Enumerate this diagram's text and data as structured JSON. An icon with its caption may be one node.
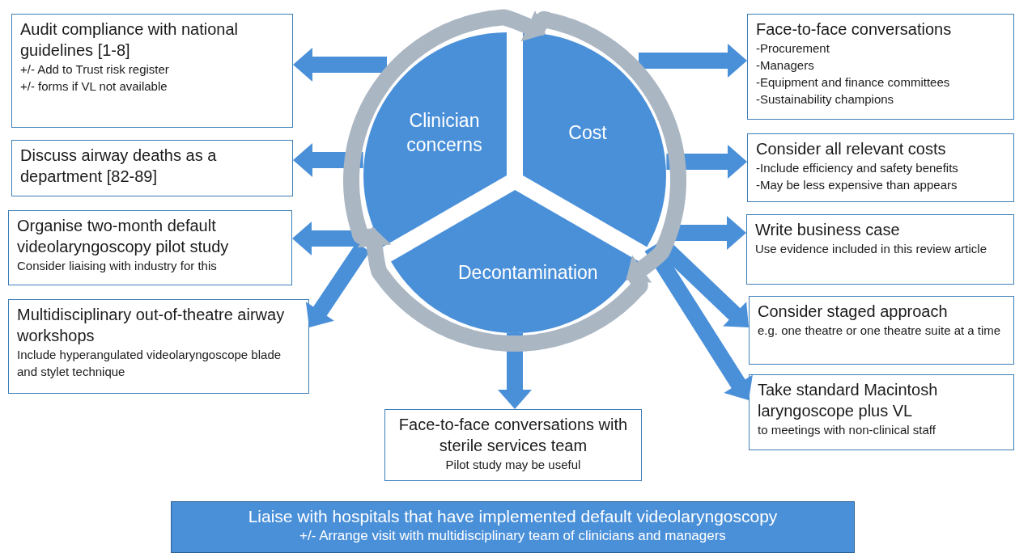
{
  "diagram": {
    "nodes": [
      {
        "text": [
          "Clinician concerns"
        ]
      },
      {
        "text": [
          "Cost"
        ]
      },
      {
        "text": [
          "Decontamination"
        ]
      },
      {
        "text": [
          "Audit compliance with national guidelines [1-8]",
          "+/- Add to Trust risk register",
          "+/- forms if VL not available"
        ]
      },
      {
        "text": [
          "Discuss airway deaths as a department [82-89]"
        ]
      },
      {
        "text": [
          "Organise two-month default videolaryngoscopy pilot study",
          "Consider liaising with industry for this"
        ]
      },
      {
        "text": [
          "Multidisciplinary out-of-theatre airway workshops",
          "Include hyperangulated videolaryngoscope blade and stylet technique"
        ]
      },
      {
        "text": [
          "Face-to-face conversations with sterile services team",
          "Pilot study may be useful"
        ]
      },
      {
        "text": [
          "Face-to-face conversations",
          "-Procurement",
          "-Managers",
          "-Equipment and finance committees",
          "-Sustainability champions"
        ]
      },
      {
        "text": [
          "Consider all relevant costs",
          "-Include efficiency and safety benefits",
          "-May be less expensive than appears"
        ]
      },
      {
        "text": [
          "Write business case",
          "Use evidence included in this review article"
        ]
      },
      {
        "text": [
          "Consider staged approach",
          "e.g. one theatre or one theatre suite at a time"
        ]
      },
      {
        "text": [
          "Take standard Macintosh laryngoscope plus VL",
          "to meetings with non-clinical staff"
        ]
      },
      {
        "text": [
          "Liaise with hospitals that have implemented default videolaryngoscopy",
          "+/- Arrange visit with multidisciplinary team of clinicians and managers"
        ]
      }
    ],
    "edges": [
      {
        "from": 0,
        "to": 3,
        "arrow": "to"
      },
      {
        "from": 0,
        "to": 4,
        "arrow": "to"
      },
      {
        "from": 0,
        "to": 5,
        "arrow": "to"
      },
      {
        "from": 0,
        "to": 6,
        "arrow": "to"
      },
      {
        "from": 2,
        "to": 7,
        "arrow": "to"
      },
      {
        "from": 1,
        "to": 8,
        "arrow": "to"
      },
      {
        "from": 1,
        "to": 9,
        "arrow": "to"
      },
      {
        "from": 1,
        "to": 10,
        "arrow": "to"
      },
      {
        "from": 1,
        "to": 11,
        "arrow": "to"
      },
      {
        "from": 1,
        "to": 12,
        "arrow": "to"
      },
      {
        "from": 0,
        "to": 1,
        "arrow": "to",
        "color": "#abb6c3"
      },
      {
        "from": 1,
        "to": 2,
        "arrow": "to",
        "color": "#abb6c3"
      },
      {
        "from": 2,
        "to": 0,
        "arrow": "to",
        "color": "#abb6c3"
      }
    ]
  }
}
